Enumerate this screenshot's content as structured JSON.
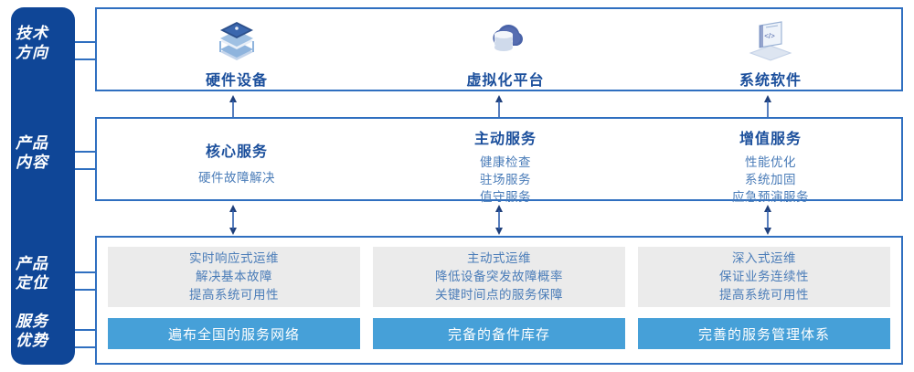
{
  "colors": {
    "sidebar_blue": "#0f4697",
    "panel_border": "#2f6fc0",
    "title_blue": "#1b4f9c",
    "body_blue": "#4a7cb8",
    "gray_card": "#ebebeb",
    "bar_blue": "#46a0d8"
  },
  "sidebar": {
    "labels": [
      {
        "id": "tech-direction",
        "line1": "技术",
        "line2": "方向"
      },
      {
        "id": "product-content",
        "line1": "产品",
        "line2": "内容"
      },
      {
        "id": "product-position",
        "line1": "产品",
        "line2": "定位"
      },
      {
        "id": "service-advantage",
        "line1": "服务",
        "line2": "优势"
      }
    ]
  },
  "tech_row": {
    "columns": [
      {
        "icon": "server-stack-icon",
        "name": "硬件设备"
      },
      {
        "icon": "cloud-database-icon",
        "name": "虚拟化平台"
      },
      {
        "icon": "laptop-code-icon",
        "name": "系统软件"
      }
    ]
  },
  "content_row": {
    "columns": [
      {
        "title": "核心服务",
        "items": [
          "硬件故障解决"
        ]
      },
      {
        "title": "主动服务",
        "items": [
          "健康检查",
          "驻场服务",
          "值守服务"
        ]
      },
      {
        "title": "增值服务",
        "items": [
          "性能优化",
          "系统加固",
          "应急预演服务"
        ]
      }
    ]
  },
  "position_row": {
    "cards": [
      {
        "lines": [
          "实时响应式运维",
          "解决基本故障",
          "提高系统可用性"
        ]
      },
      {
        "lines": [
          "主动式运维",
          "降低设备突发故障概率",
          "关键时间点的服务保障"
        ]
      },
      {
        "lines": [
          "深入式运维",
          "保证业务连续性",
          "提高系统可用性"
        ]
      }
    ]
  },
  "advantage_row": {
    "bars": [
      {
        "label": "遍布全国的服务网络"
      },
      {
        "label": "完备的备件库存"
      },
      {
        "label": "完善的服务管理体系"
      }
    ]
  }
}
